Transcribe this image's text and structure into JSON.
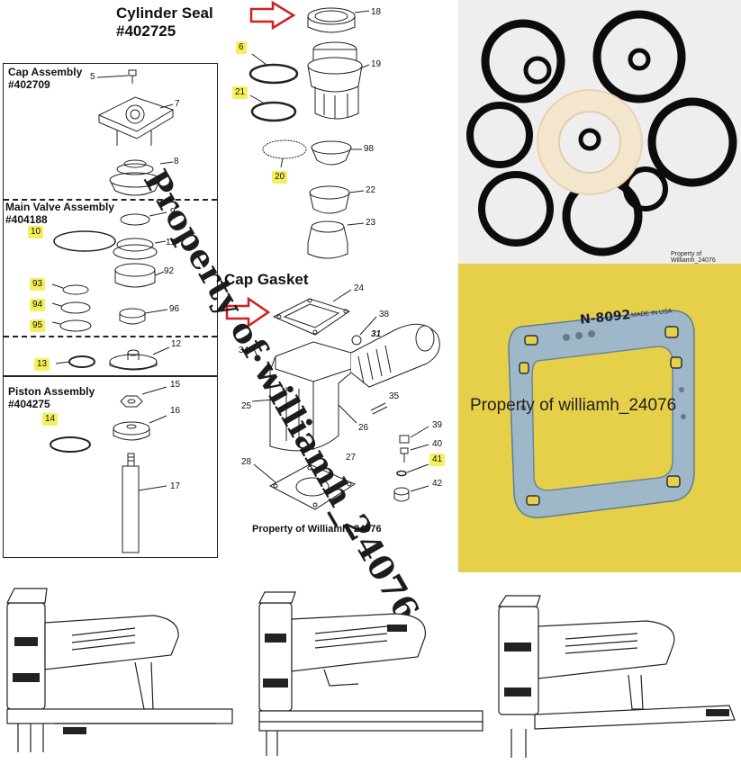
{
  "titles": {
    "cylinder_seal": "Cylinder Seal",
    "cylinder_seal_pn": "#402725",
    "cap_gasket": "Cap Gasket"
  },
  "assemblies": {
    "cap": {
      "title": "Cap Assembly",
      "pn": "#402709"
    },
    "main_valve": {
      "title": "Main Valve Assembly",
      "pn": "#404188"
    },
    "piston": {
      "title": "Piston Assembly",
      "pn": "#404275"
    }
  },
  "part_numbers": {
    "p5": "5",
    "p7": "7",
    "p8": "8",
    "p9": "9",
    "p11": "11",
    "p92": "92",
    "p96": "96",
    "p12": "12",
    "p15": "15",
    "p16": "16",
    "p17": "17",
    "p18": "18",
    "p19": "19",
    "p98": "98",
    "p22": "22",
    "p23": "23",
    "p24": "24",
    "p38": "38",
    "p31": "31",
    "p34": "34",
    "p25": "25",
    "p26": "26",
    "p35": "35",
    "p27": "27",
    "p39": "39",
    "p40": "40",
    "p42": "42",
    "p28": "28"
  },
  "highlighted_parts": {
    "h6": "6",
    "h21": "21",
    "h20": "20",
    "h10": "10",
    "h93": "93",
    "h94": "94",
    "h95": "95",
    "h13": "13",
    "h14": "14",
    "h41": "41"
  },
  "watermarks": {
    "main": "Property of williamh_24076",
    "diagram_caption": "Property of Williamh_24076",
    "oring_photo": "Property of Williamh_24076",
    "gasket_photo": "Property of williamh_24076"
  },
  "gasket_code": "N-8092",
  "gasket_small_text": "MADE IN USA",
  "colors": {
    "highlight": "#f5f05a",
    "arrow": "#d11f1f",
    "gasket_photo_bg": "#e6d04a",
    "gasket_material": "#9fb8c9",
    "oring_black": "#0c0c0c",
    "seal_cream": "#f4e6cc"
  }
}
